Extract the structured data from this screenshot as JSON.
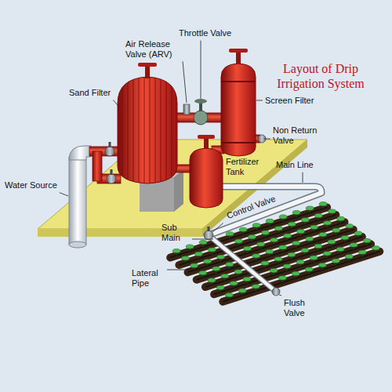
{
  "diagram": {
    "title": "Layout of Drip Irrigation System",
    "labels": [
      "Throttle Valve",
      "Air Release Valve (ARV)",
      "Sand Filter",
      "Screen Filter",
      "Non Return Valve",
      "Fertilizer Tank",
      "Main Line",
      "Water Source",
      "Control Valve",
      "Sub Main",
      "Lateral Pipe",
      "Flush Valve"
    ]
  }
}
